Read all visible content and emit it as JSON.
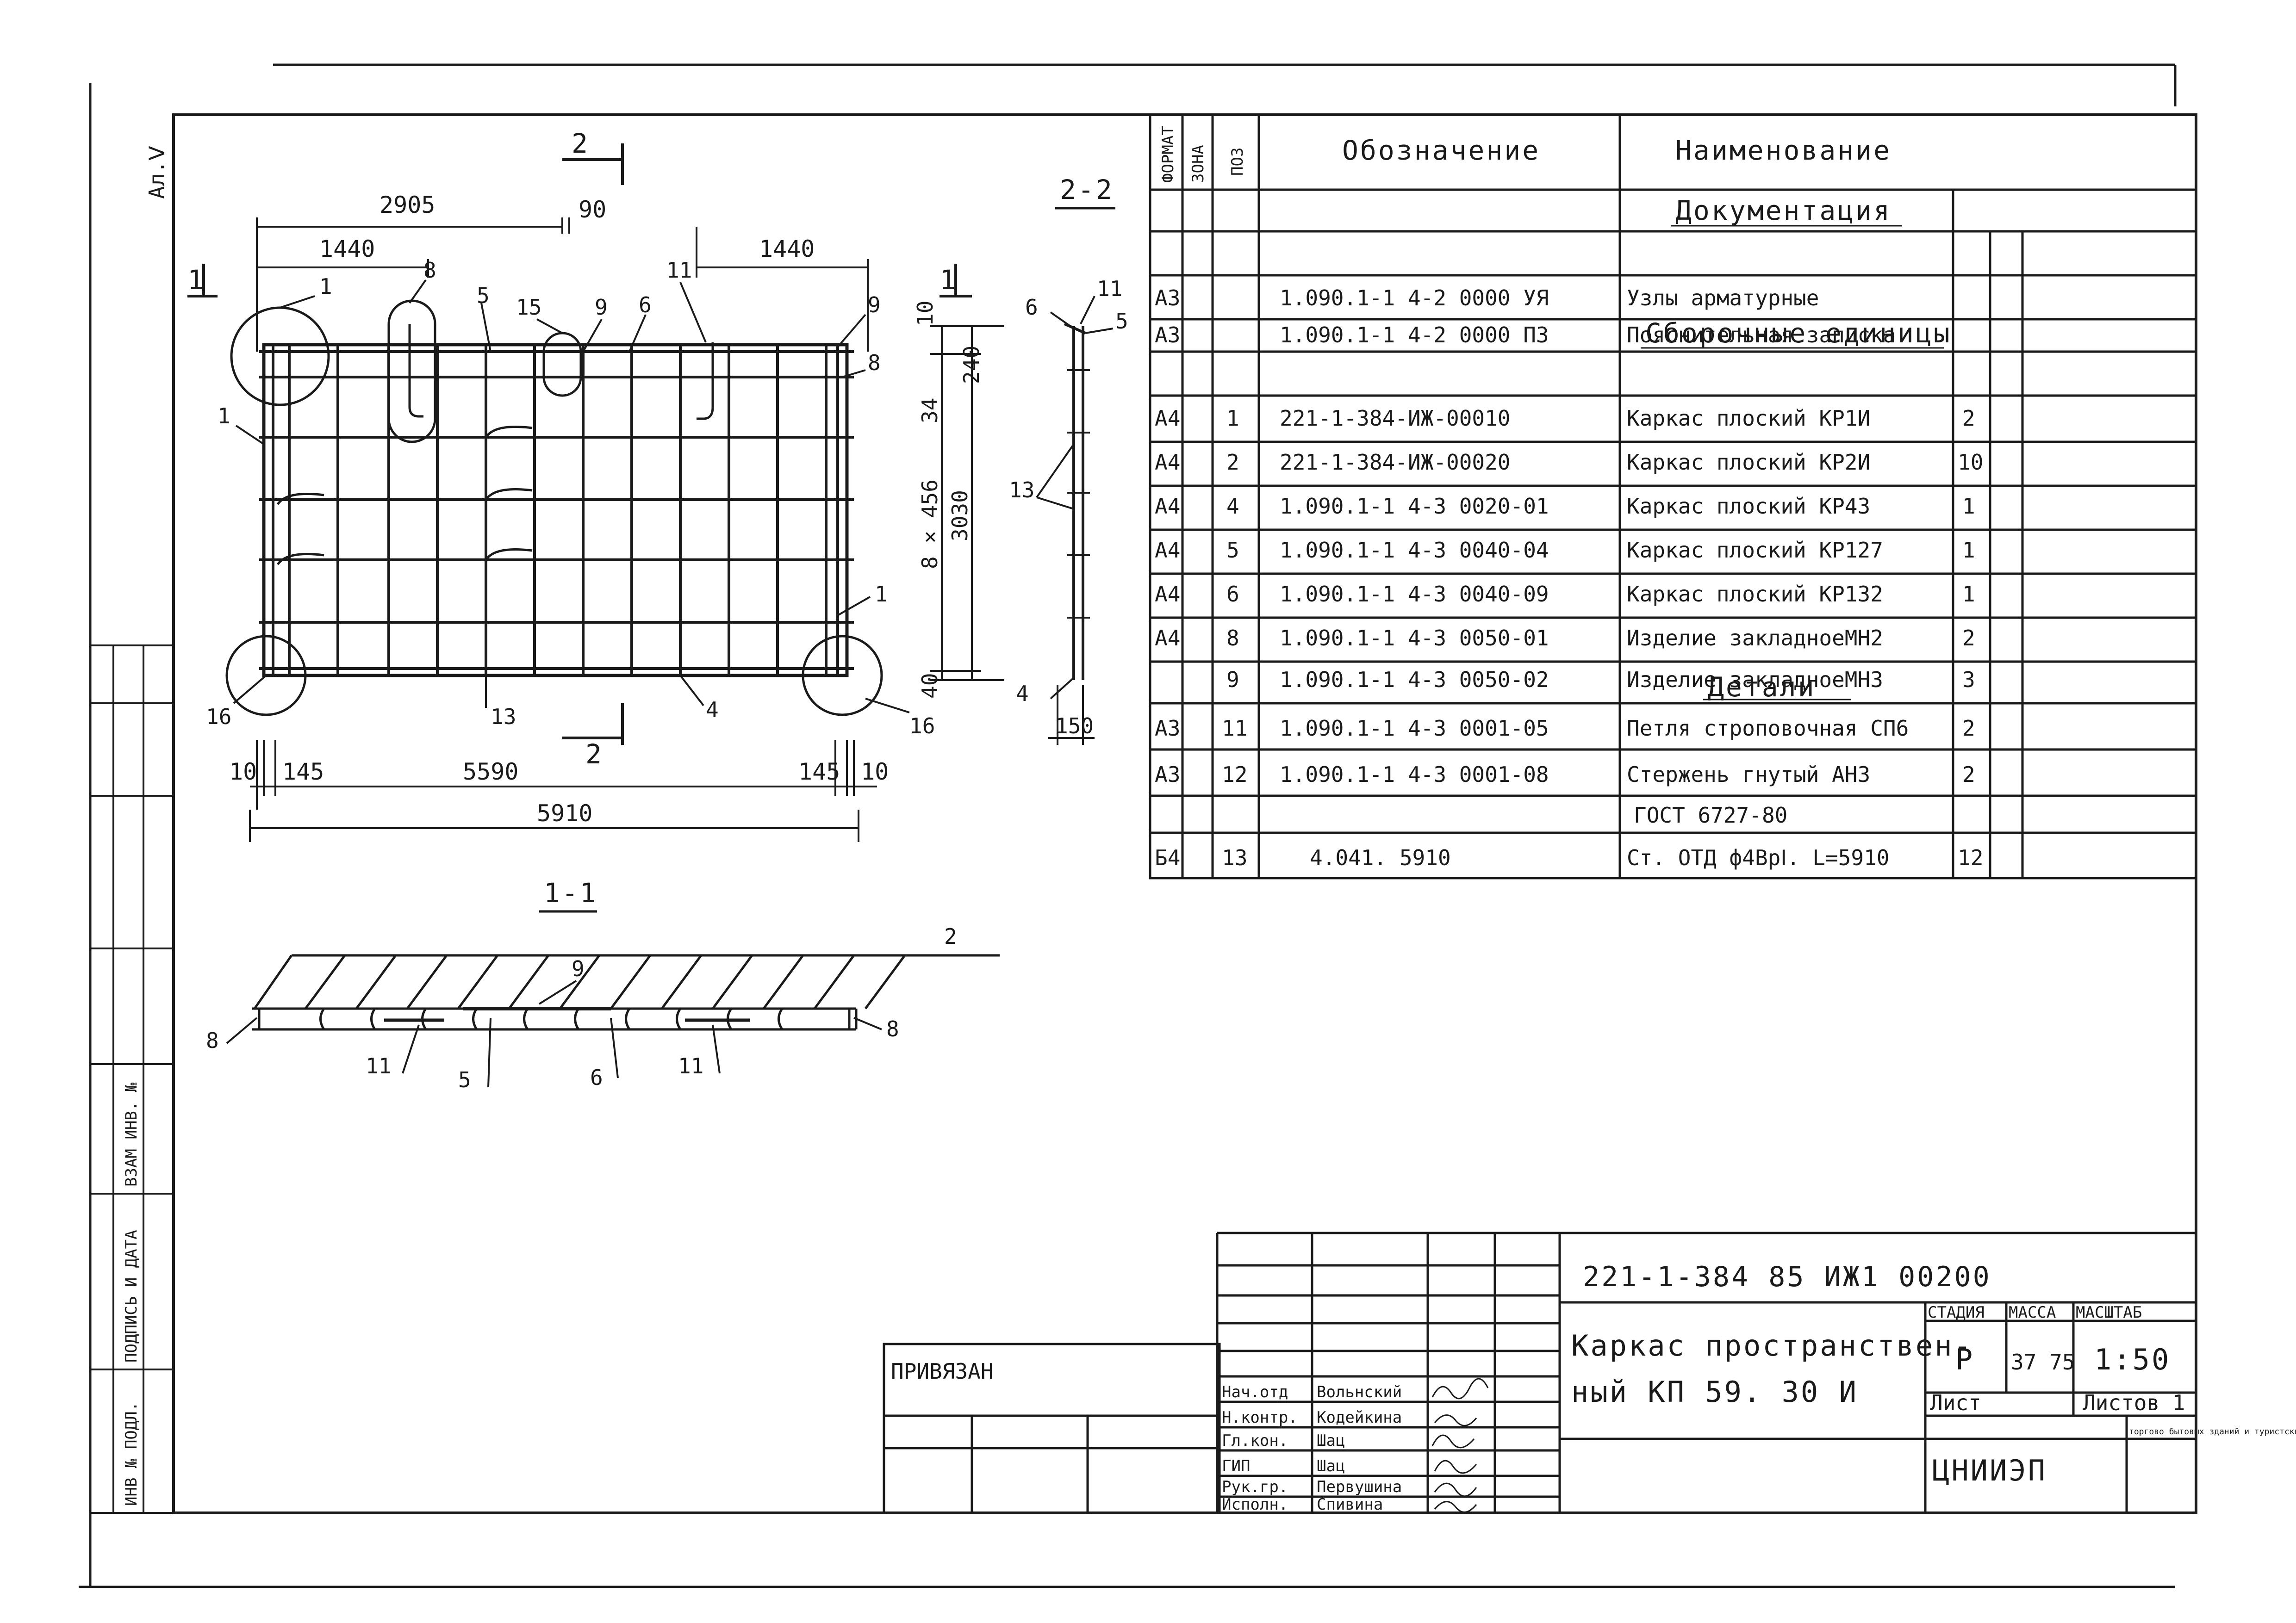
{
  "sheet_marker": "Ал.Ⅴ",
  "plan": {
    "dims": {
      "top_overall": "2905",
      "top_gap": "90",
      "left_1440": "1440",
      "right_1440": "1440",
      "bottom_left_10": "10",
      "bottom_left_145": "145",
      "bottom_mid": "5590",
      "bottom_right_145": "145",
      "bottom_right_10": "10",
      "bottom_overall": "5910"
    },
    "pos": {
      "p1_top": "1",
      "p8_top": "8",
      "p5_top": "5",
      "p15": "15",
      "p9_top": "9",
      "p6_top": "6",
      "p11_top": "11",
      "p9_right": "9",
      "p8_right": "8",
      "p1_left": "1",
      "p1_right": "1",
      "p16_left": "16",
      "p16_right": "16",
      "p13_bottom": "13",
      "p4_bottom": "4"
    },
    "cut": {
      "cut1_left": "1",
      "cut1_right": "1",
      "cut2_top": "2",
      "cut2_bottom": "2"
    }
  },
  "section22": {
    "title": "2-2",
    "dims": {
      "d10": "10",
      "d240": "240",
      "d34": "34",
      "d8x456": "8 × 456",
      "d3030": "3030",
      "d40": "40",
      "d150": "150"
    },
    "pos": {
      "p6": "6",
      "p11": "11",
      "p5": "5",
      "p13": "13",
      "p4": "4"
    }
  },
  "section11": {
    "title": "1-1",
    "pos": {
      "p2": "2",
      "p9": "9",
      "p8_left": "8",
      "p8_right": "8",
      "p11_left": "11",
      "p5": "5",
      "p6": "6",
      "p11_right": "11"
    }
  },
  "spec": {
    "headers": {
      "format": "ФОРМАТ",
      "zone": "ЗОНА",
      "pos": "ПОЗ",
      "designation": "Обозначение",
      "name": "Наименование"
    },
    "sections": {
      "docs": "Документация",
      "assy": "Сборочные единицы",
      "details": "Детали"
    },
    "rows": [
      {
        "format": "А3",
        "pos": "",
        "designation": "1.090.1-1 4-2 0000 УЯ",
        "name": "Узлы арматурные",
        "qty": ""
      },
      {
        "format": "А3",
        "pos": "",
        "designation": "1.090.1-1 4-2 0000 ПЗ",
        "name": "Пояснительная записка",
        "qty": ""
      },
      {
        "format": "А4",
        "pos": "1",
        "designation": "221-1-384-ИЖ-00010",
        "name": "Каркас плоский КР1И",
        "qty": "2"
      },
      {
        "format": "А4",
        "pos": "2",
        "designation": "221-1-384-ИЖ-00020",
        "name": "Каркас плоский КР2И",
        "qty": "10"
      },
      {
        "format": "А4",
        "pos": "4",
        "designation": "1.090.1-1 4-3 0020-01",
        "name": "Каркас плоский КР43",
        "qty": "1"
      },
      {
        "format": "А4",
        "pos": "5",
        "designation": "1.090.1-1 4-3 0040-04",
        "name": "Каркас плоский КР127",
        "qty": "1"
      },
      {
        "format": "А4",
        "pos": "6",
        "designation": "1.090.1-1 4-3 0040-09",
        "name": "Каркас плоский КР132",
        "qty": "1"
      },
      {
        "format": "А4",
        "pos": "8",
        "designation": "1.090.1-1 4-3 0050-01",
        "name": "Изделие закладноеМН2",
        "qty": "2"
      },
      {
        "format": "",
        "pos": "9",
        "designation": "1.090.1-1 4-3 0050-02",
        "name": "Изделие закладноеМН3",
        "qty": "3"
      },
      {
        "format": "А3",
        "pos": "11",
        "designation": "1.090.1-1 4-3 0001-05",
        "name": "Петля строповочная СП6",
        "qty": "2"
      },
      {
        "format": "А3",
        "pos": "12",
        "designation": "1.090.1-1 4-3 0001-08",
        "name": "Стержень гнутый АН3",
        "qty": "2"
      },
      {
        "format": "",
        "pos": "",
        "designation": "",
        "name": "ГОСТ 6727-80",
        "qty": ""
      },
      {
        "format": "Б4",
        "pos": "13",
        "designation": "4.041. 5910",
        "name": "Ст. ОТД ф4ВрⅠ. L=5910",
        "qty": "12"
      }
    ]
  },
  "left_strip": {
    "inv_podl": "ИНВ № ПОДЛ.",
    "sign_date": "ПОДПИСЬ И ДАТА",
    "vzam_inv": "ВЗАМ ИНВ. №"
  },
  "title_block": {
    "privyazan": "ПРИВЯЗАН",
    "doc_code": "221-1-384 85 ИЖ1  00200",
    "title_line1": "Каркас пространствен-",
    "title_line2": "ный КП 59. 30 И",
    "stage_label": "СТАДИЯ",
    "mass_label": "МАССА",
    "scale_label": "МАСШТАБ",
    "stage": "Р",
    "mass": "37 75",
    "scale": "1:50",
    "sheet_label": "Лист",
    "sheets_label": "Листов 1",
    "org": "ЦНИИЭП",
    "org_note": "торгово бытовых зданий и туристских комплексов",
    "signatures": [
      {
        "role": "Нач.отд",
        "name": "Вольнский"
      },
      {
        "role": "Н.контр.",
        "name": "Кодейкина"
      },
      {
        "role": "Гл.кон.",
        "name": "Шац"
      },
      {
        "role": "ГИП",
        "name": "Шац"
      },
      {
        "role": "Рук.гр.",
        "name": "Первушина"
      },
      {
        "role": "Исполн.",
        "name": "Спивина"
      }
    ]
  }
}
